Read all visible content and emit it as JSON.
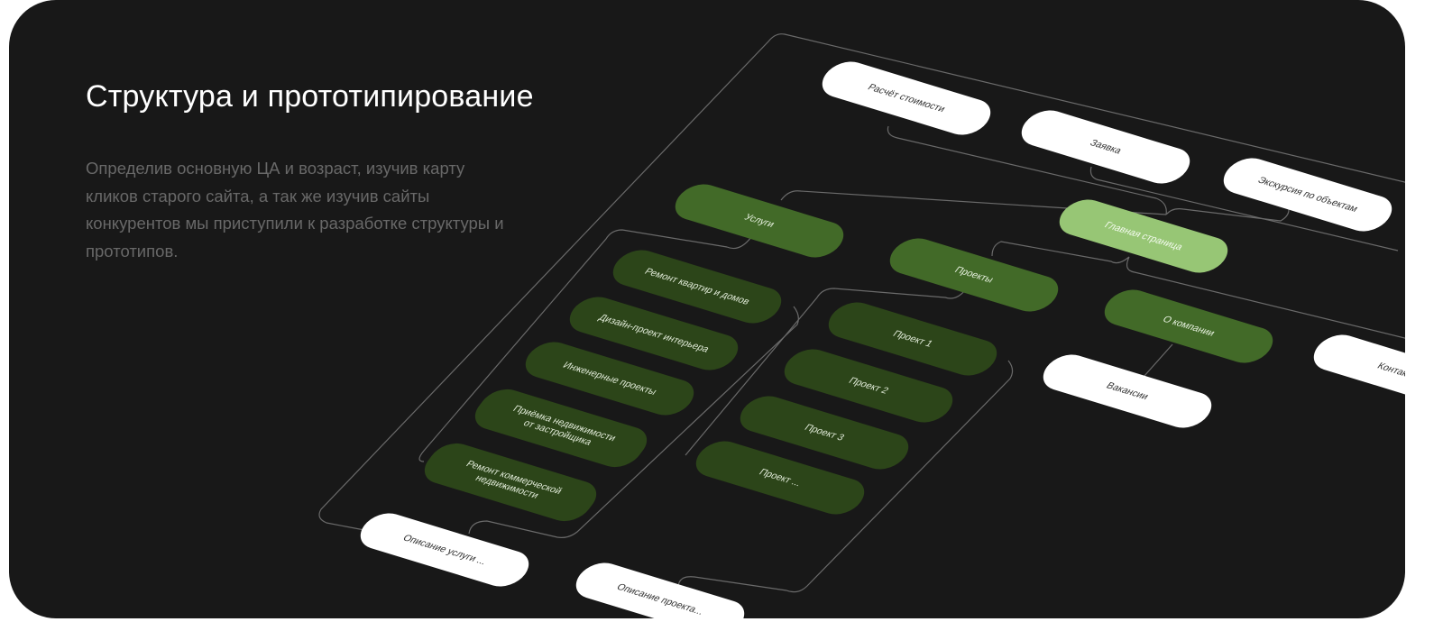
{
  "title": "Структура и прототипирование",
  "description": "Определив основную ЦА и возраст, изучив карту кликов старого сайта, а так же изучив сайты конкурентов мы приступили к разработке структуры и прототипов.",
  "colors": {
    "background": "#181818",
    "main_node": "#97c675",
    "section_node": "#426a28",
    "sub_node": "#2c4519",
    "leaf_node": "#ffffff"
  },
  "diagram": {
    "top": [
      "Расчёт стоимости",
      "Заявка",
      "Экскурсия по объектам"
    ],
    "main": "Главная страница",
    "sections": [
      "Услуги",
      "Проекты",
      "О компании"
    ],
    "services": [
      "Ремонт квартир и домов",
      "Дизайн-проект интерьера",
      "Инженерные проекты",
      "Приёмка недвижимости от застройщика",
      "Ремонт коммерческой недвижимости"
    ],
    "projects": [
      "Проект 1",
      "Проект 2",
      "Проект 3",
      "Проект ..."
    ],
    "service_detail": "Описание услуги ...",
    "project_detail": "Описание проекта...",
    "company": [
      "Вакансии",
      "Контакты"
    ]
  }
}
